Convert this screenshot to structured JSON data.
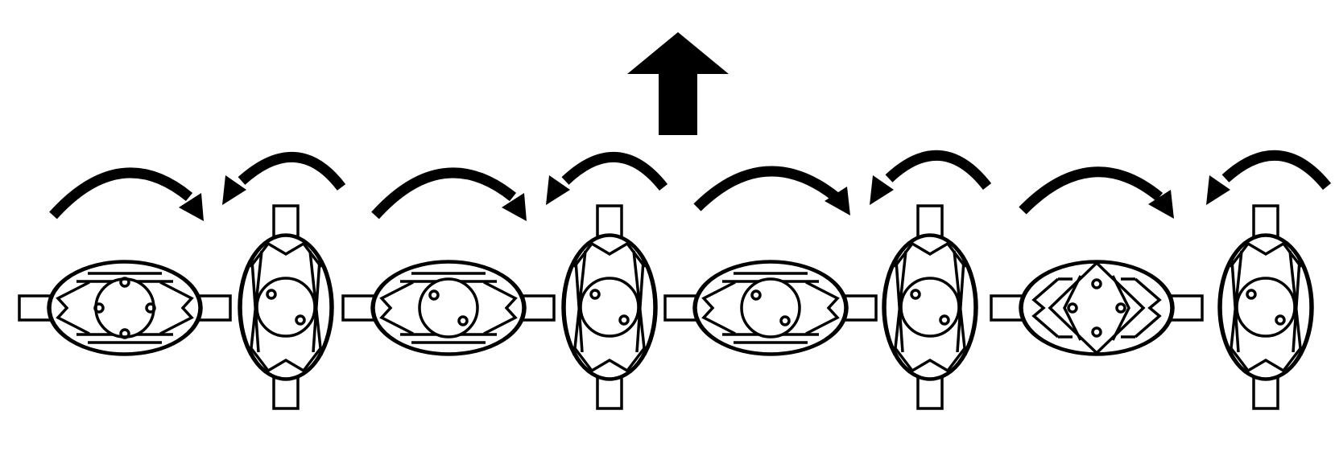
{
  "diagram": {
    "background": "#ffffff",
    "stroke_color": "#000000",
    "up_arrow": "up-arrow-icon",
    "rotation_arrows": [
      "clockwise",
      "counterclockwise",
      "clockwise",
      "counterclockwise",
      "clockwise",
      "counterclockwise",
      "clockwise",
      "counterclockwise"
    ],
    "modules": [
      {
        "orientation": "horizontal",
        "core": "circle-with-four-holes"
      },
      {
        "orientation": "vertical",
        "core": "circle-with-two-holes"
      },
      {
        "orientation": "horizontal",
        "core": "circle-with-two-holes"
      },
      {
        "orientation": "vertical",
        "core": "circle-with-two-holes"
      },
      {
        "orientation": "horizontal",
        "core": "circle-with-two-holes"
      },
      {
        "orientation": "vertical",
        "core": "circle-with-two-holes"
      },
      {
        "orientation": "horizontal",
        "core": "diamond-with-four-holes"
      },
      {
        "orientation": "vertical",
        "core": "circle-with-two-holes"
      }
    ]
  }
}
